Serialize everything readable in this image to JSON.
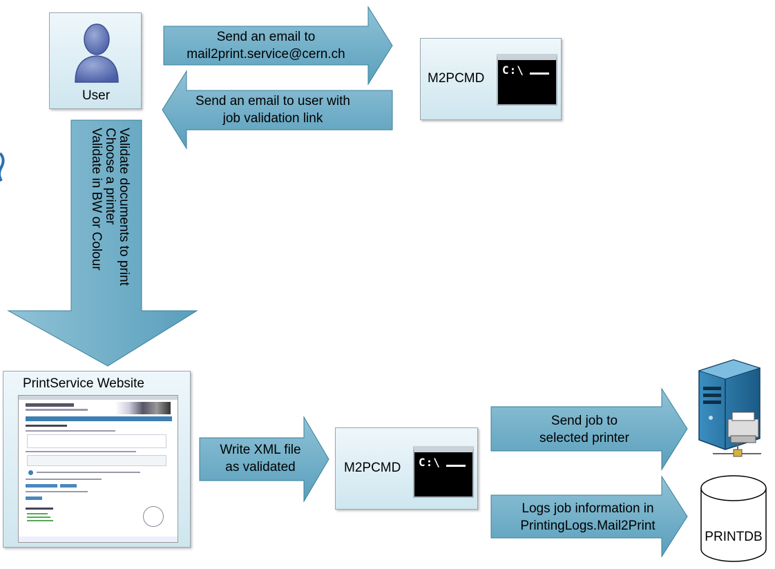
{
  "user_box": {
    "label": "User",
    "icon": "user-icon"
  },
  "arrow_send_email": {
    "line1": "Send an email to",
    "line2": "mail2print.service@cern.ch"
  },
  "arrow_reply_email": {
    "line1": "Send an email to user with",
    "line2": "job validation link"
  },
  "m2pcmd_top": {
    "label": "M2PCMD",
    "prompt": "C:\\"
  },
  "arrow_validate": {
    "line1": "Validate documents to print",
    "line2": "Choose a printer",
    "line3": "Validate in BW or Colour"
  },
  "website_box": {
    "title": "PrintService Website"
  },
  "arrow_write_xml": {
    "line1": "Write XML",
    "line2": "file",
    "line3": "as validated"
  },
  "m2pcmd_bottom": {
    "label": "M2PCMD",
    "prompt": "C:\\"
  },
  "arrow_send_job": {
    "line1": "Send job to",
    "line2": "selected printer"
  },
  "arrow_logs": {
    "line1": "Logs job information in",
    "line2": "PrintingLogs.Mail2Print"
  },
  "database": {
    "label": "PRINTDB",
    "icon": "database-icon"
  },
  "server": {
    "icon": "printer-server-icon"
  },
  "colors": {
    "arrow_fill": "#6aaac4",
    "arrow_stroke": "#3b7f9c",
    "box_fill": "#dceef5"
  }
}
